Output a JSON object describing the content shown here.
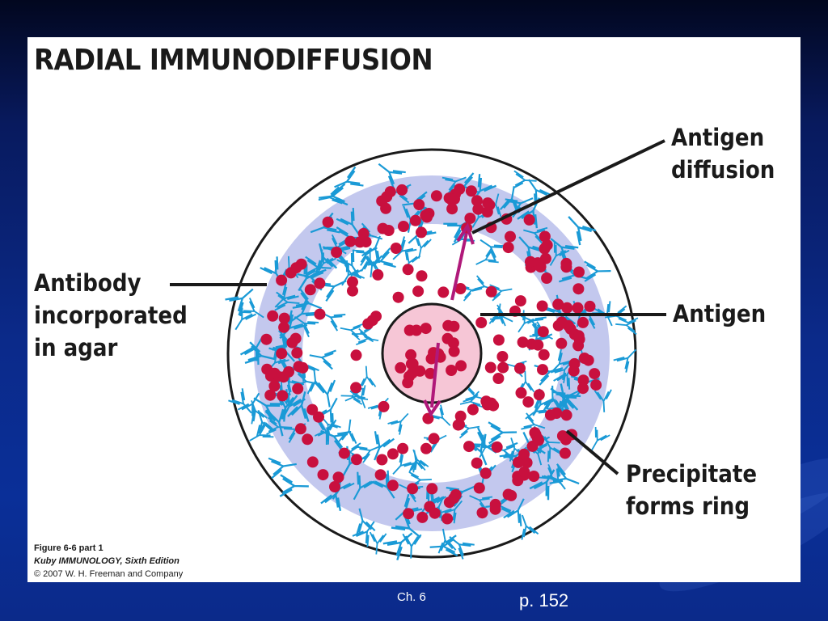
{
  "title": "RADIAL IMMUNODIFFUSION",
  "labels": {
    "antigen_diffusion": [
      "Antigen",
      "diffusion"
    ],
    "antibody": [
      "Antibody",
      "incorporated",
      "in agar"
    ],
    "antigen": "Antigen",
    "precipitate": [
      "Precipitate",
      "forms ring"
    ]
  },
  "caption": {
    "figure": "Figure 6-6 part 1",
    "book": "Kuby IMMUNOLOGY, Sixth Edition",
    "copyright": "© 2007 W. H. Freeman and Company"
  },
  "footer": {
    "chapter": "Ch. 6",
    "page": "p. 152"
  },
  "colors": {
    "antigen_dot": "#c8103e",
    "antibody_y": "#1a9ad6",
    "ring": "#c3c8ee",
    "well": "#f6c6d6",
    "arrow": "#b0197a"
  }
}
